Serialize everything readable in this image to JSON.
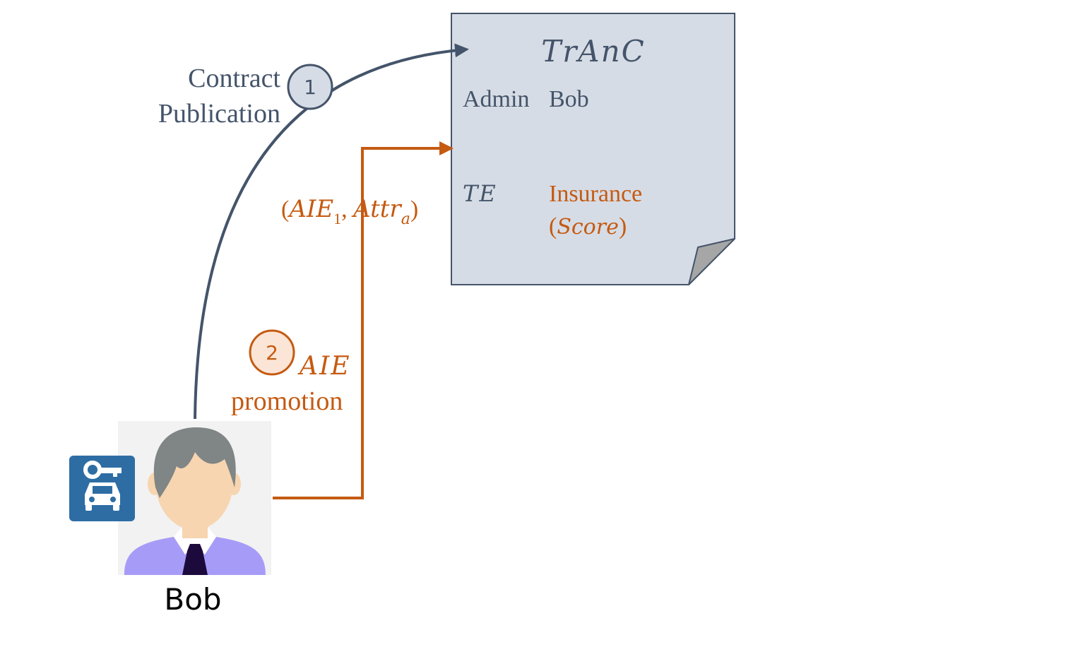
{
  "colors": {
    "slate": "#44546a",
    "orange": "#c55a11",
    "doc_fill": "#d6dce5",
    "doc_border": "#44546a",
    "step2_fill": "#fbe5d6",
    "person_bg": "#f2f2f2",
    "skin": "#f6d5b0",
    "hair": "#808585",
    "shirt": "#a69cf7",
    "tie": "#1c0a3c",
    "badge_blue": "#2e6da4"
  },
  "contract": {
    "title": "TrAnC",
    "admin_label": "Admin",
    "admin_value": "Bob",
    "te_label": "TE",
    "te_value_line1": "Insurance",
    "te_value_open": "(",
    "te_value_score": "Score",
    "te_value_close": ")"
  },
  "step1": {
    "number": "1",
    "label_line1": "Contract",
    "label_line2": "Publication"
  },
  "step2": {
    "number": "2",
    "label_math": "AIE",
    "label_text": "promotion",
    "params": {
      "open": "(",
      "aie": "AIE",
      "aie_sub": "1",
      "sep": ", ",
      "attr": "Attr",
      "attr_sub": "a",
      "close": ")"
    }
  },
  "person": {
    "name": "Bob",
    "avatar_icon": "person-avatar-icon",
    "badge_icon": "car-key-icon"
  }
}
